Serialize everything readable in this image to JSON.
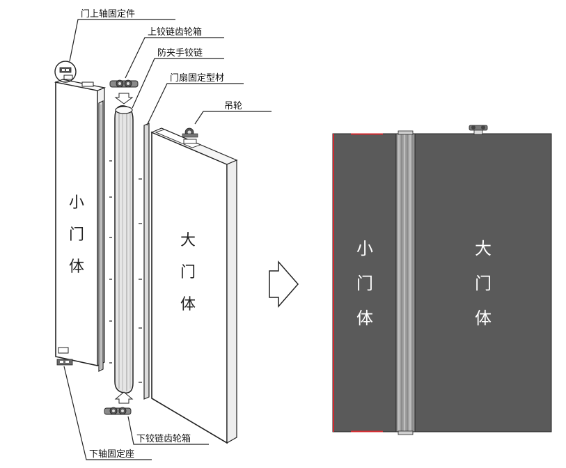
{
  "labels": {
    "upper_fix": "门上轴固定件",
    "upper_gearbox": "上铰链齿轮箱",
    "anti_pinch": "防夹手铰链",
    "leaf_profile": "门扇固定型材",
    "hanging_wheel": "吊轮",
    "lower_gearbox": "下铰链齿轮箱",
    "lower_fix": "下轴固定座"
  },
  "small_door": {
    "c1": "小",
    "c2": "门",
    "c3": "体"
  },
  "large_door": {
    "c1": "大",
    "c2": "门",
    "c3": "体"
  },
  "colors": {
    "panel_dark": "#5a5a5a",
    "edge_red": "#d2282e",
    "hinge_grey": "#9a9a9a",
    "line": "#222222"
  }
}
